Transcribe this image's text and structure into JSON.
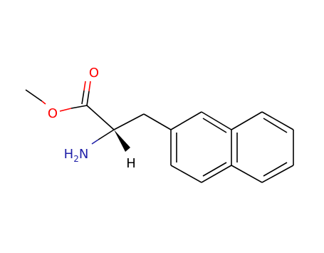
{
  "molecule": {
    "atom_labels": {
      "carbonyl_oxygen": "O",
      "ester_oxygen": "O",
      "amine_nitrogen": "H2N",
      "stereo_hydrogen": "H"
    },
    "colors": {
      "bond": "#000000",
      "oxygen": "#ff0000",
      "nitrogen": "#1f1fa8",
      "hydrogen": "#000000"
    }
  }
}
